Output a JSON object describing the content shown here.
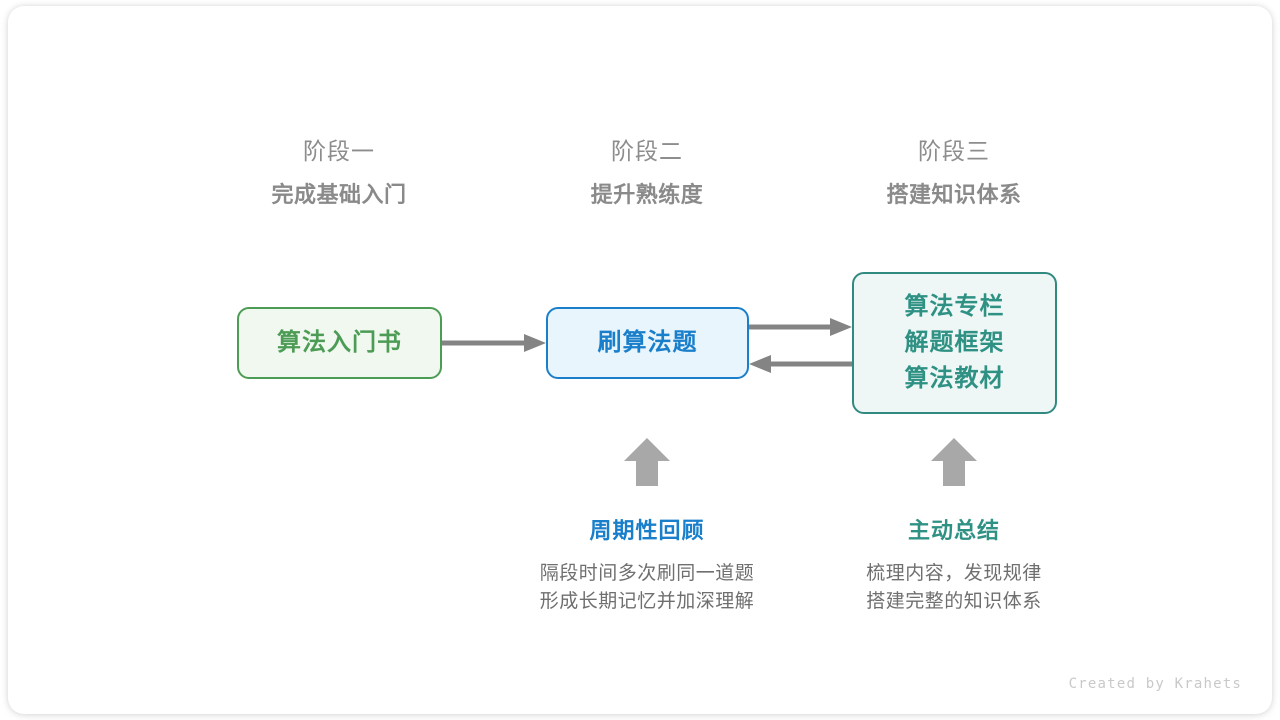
{
  "stages": [
    {
      "number": "阶段一",
      "title": "完成基础入门"
    },
    {
      "number": "阶段二",
      "title": "提升熟练度"
    },
    {
      "number": "阶段三",
      "title": "搭建知识体系"
    }
  ],
  "nodes": {
    "book": {
      "lines": [
        "算法入门书"
      ],
      "color": "#4d9c55",
      "fill": "#f1f8f0"
    },
    "practice": {
      "lines": [
        "刷算法题"
      ],
      "color": "#1a7fcb",
      "fill": "#e9f5fd"
    },
    "knowledge": {
      "lines": [
        "算法专栏",
        "解题框架",
        "算法教材"
      ],
      "color": "#2f9184",
      "fill": "#eef7f5"
    }
  },
  "annotations": [
    {
      "title": "周期性回顾",
      "color": "#1a7fcb",
      "desc_lines": [
        "隔段时间多次刷同一道题",
        "形成长期记忆并加深理解"
      ]
    },
    {
      "title": "主动总结",
      "color": "#2f9184",
      "desc_lines": [
        "梳理内容，发现规律",
        "搭建完整的知识体系"
      ]
    }
  ],
  "arrow_color": "#848484",
  "footer": {
    "credit": "Created by Krahets"
  }
}
